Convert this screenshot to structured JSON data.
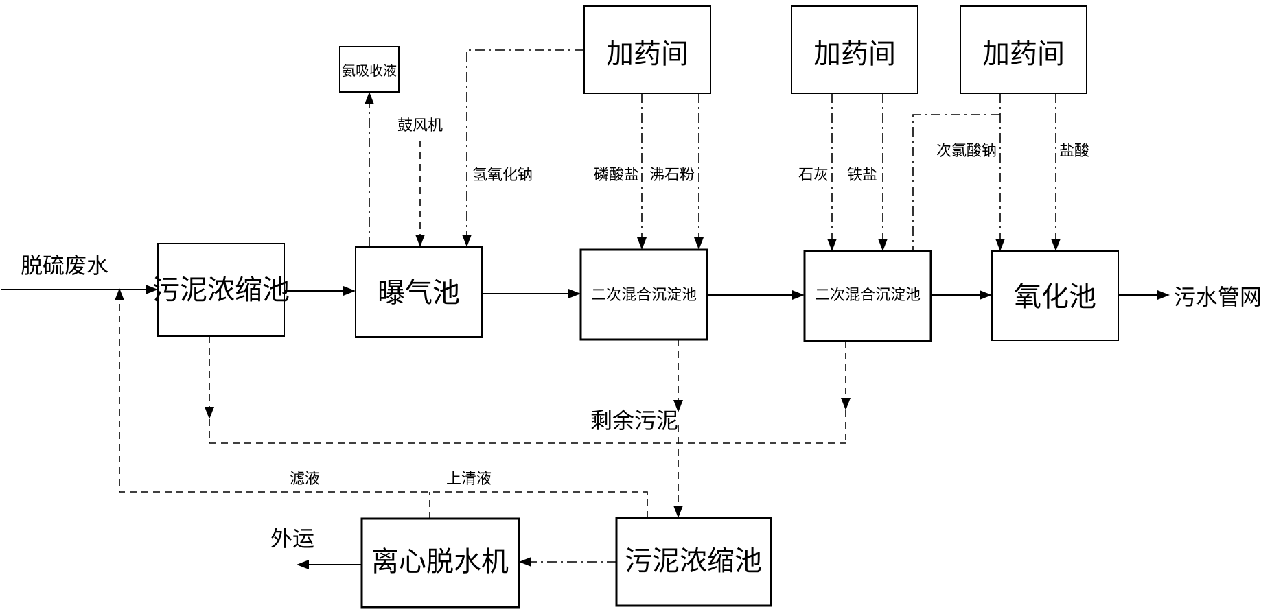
{
  "nodes": {
    "dosing_room_1": "加药间",
    "dosing_room_2": "加药间",
    "dosing_room_3": "加药间",
    "ammonia_absorption": "氨吸收液",
    "sludge_thickener_top": "污泥浓缩池",
    "aeration_tank": "曝气池",
    "secondary_mixing_tank_1": "二次混合沉淀池",
    "secondary_mixing_tank_2": "二次混合沉淀池",
    "oxidation_tank": "氧化池",
    "sludge_thickener_bottom": "污泥浓缩池",
    "centrifuge": "离心脱水机"
  },
  "labels": {
    "inlet": "脱硫废水",
    "outlet": "污水管网",
    "blower": "鼓风机",
    "sodium_hydroxide": "氢氧化钠",
    "phosphate": "磷酸盐",
    "zeolite": "沸石粉",
    "lime": "石灰",
    "iron_salt": "铁盐",
    "sodium_hypochlorite": "次氯酸钠",
    "hydrochloric_acid": "盐酸",
    "excess_sludge": "剩余污泥",
    "filtrate": "滤液",
    "supernatant": "上清液",
    "transport_out": "外运"
  }
}
